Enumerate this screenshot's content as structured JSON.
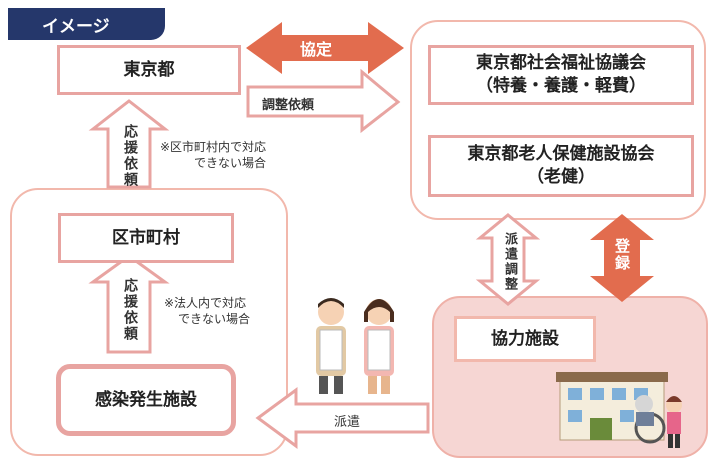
{
  "header": {
    "tag": "イメージ"
  },
  "nodes": {
    "tokyo": "東京都",
    "welfare_council": "東京都社会福祉協議会",
    "welfare_council_sub": "（特養・養護・軽費）",
    "elderly_facility": "東京都老人保健施設協会",
    "elderly_facility_sub": "（老健）",
    "municipality": "区市町村",
    "infection_facility": "感染発生施設",
    "cooperating_facility": "協力施設"
  },
  "edges": {
    "agreement": "協定",
    "coordination_request": "調整依頼",
    "support_request": "応援依頼",
    "dispatch_coordination": "派遣調整",
    "registration": "登録",
    "dispatch": "派遣"
  },
  "notes": {
    "upper_1": "※区市町村内で対応",
    "upper_2": "できない場合",
    "lower_1": "※法人内で対応",
    "lower_2": "できない場合"
  },
  "colors": {
    "tag_bg": "#25376b",
    "accent_arrow": "#e26c4e",
    "box_border": "#e8a4a1",
    "facility_region": "#f6d6d3"
  }
}
